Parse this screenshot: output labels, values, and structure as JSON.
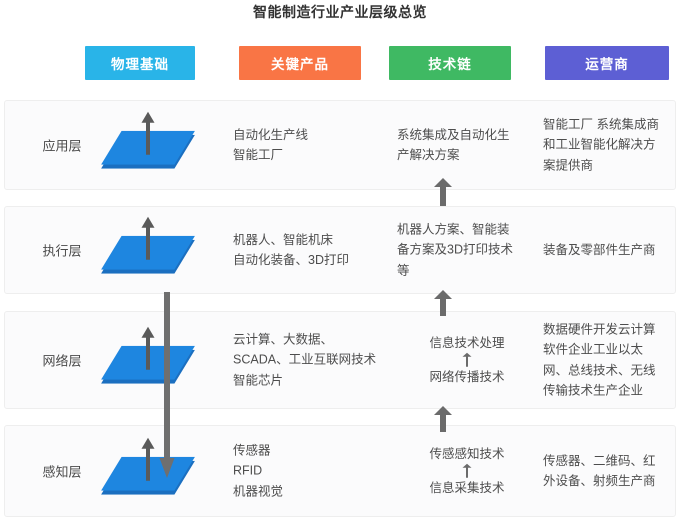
{
  "title": "智能制造行业产业层级总览",
  "chips": [
    {
      "label": "物理基础",
      "color": "#29b4e8"
    },
    {
      "label": "关键产品",
      "color": "#f97545"
    },
    {
      "label": "技术链",
      "color": "#3fb963"
    },
    {
      "label": "运营商",
      "color": "#5d5fd4"
    }
  ],
  "platform_color": "#1e86e0",
  "arrow_color": "#5a5a5a",
  "rows": [
    {
      "layer": "应用层",
      "products": "自动化生产线\n智能工厂",
      "tech": "系统集成及自动化生\n产解决方案",
      "tech_centered": false,
      "tech_has_mini_arrow": false,
      "tech_second": "",
      "operators": "智能工厂 系统集成商\n和工业智能化解决方\n案提供商"
    },
    {
      "layer": "执行层",
      "products": "机器人、智能机床\n自动化装备、3D打印",
      "tech": "机器人方案、智能装\n备方案及3D打印技术\n等",
      "tech_centered": false,
      "tech_has_mini_arrow": false,
      "tech_second": "",
      "operators": "装备及零部件生产商"
    },
    {
      "layer": "网络层",
      "products": "云计算、大数据、\nSCADA、工业互联网技术\n智能芯片",
      "tech": "信息技术处理",
      "tech_centered": true,
      "tech_has_mini_arrow": true,
      "tech_second": "网络传播技术",
      "operators": "数据硬件开发云计算\n软件企业工业以太\n网、总线技术、无线\n传输技术生产企业"
    },
    {
      "layer": "感知层",
      "products": "传感器\nRFID\n机器视觉",
      "tech": "传感感知技术",
      "tech_centered": true,
      "tech_has_mini_arrow": true,
      "tech_second": "信息采集技术",
      "operators": "传感器、二维码、红\n外设备、射频生产商"
    }
  ],
  "connectors": [
    {
      "name": "tech-arrow-row4-to-row3",
      "from_row": 3,
      "to_row": 2
    },
    {
      "name": "tech-arrow-row3-to-row2",
      "from_row": 2,
      "to_row": 1
    },
    {
      "name": "tech-arrow-row2-to-row1",
      "from_row": 1,
      "to_row": 0
    }
  ],
  "feedback_line": {
    "name": "physical-feedback-downward-arrow",
    "direction": "down",
    "from_layer": "网络层",
    "to_layer": "感知层"
  }
}
